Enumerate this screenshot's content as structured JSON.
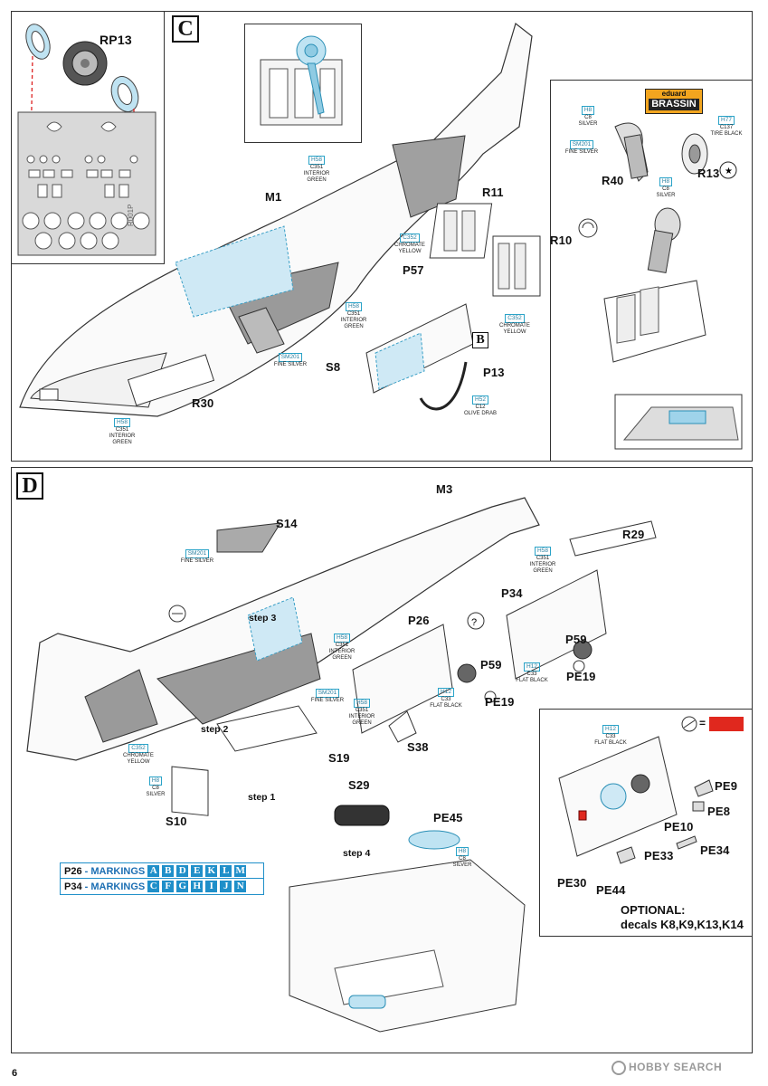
{
  "page_number": "6",
  "section_c": {
    "step": "C",
    "inset_part": "RP13",
    "inset_fret": "R001P",
    "parts": [
      "M1",
      "R11",
      "R10",
      "P57",
      "S8",
      "R30",
      "P13",
      "R40",
      "R13"
    ],
    "inset_b_marker": "B",
    "brassin": {
      "eduard": "eduard",
      "brassin": "BRASSIN"
    },
    "callouts": {
      "h58_top": {
        "code": "H58",
        "c": "C351",
        "name": "INTERIOR GREEN"
      },
      "c352_a": {
        "code": "C352",
        "name": "CHROMATE YELLOW"
      },
      "c352_b": {
        "code": "C352",
        "name": "CHROMATE YELLOW"
      },
      "h58_mid": {
        "code": "H58",
        "c": "C351",
        "name": "INTERIOR GREEN"
      },
      "sm201": {
        "code": "SM201",
        "name": "FINE SILVER"
      },
      "h58_bottom": {
        "code": "H58",
        "c": "C351",
        "name": "INTERIOR GREEN"
      },
      "h52": {
        "code": "H52",
        "c": "C12",
        "name": "OLIVE DRAB"
      },
      "h8_brassin_top": {
        "code": "H8",
        "c": "C8",
        "name": "SILVER"
      },
      "sm201_brassin": {
        "code": "SM201",
        "name": "FINE SILVER"
      },
      "h77": {
        "code": "H77",
        "c": "C137",
        "name": "TIRE BLACK"
      },
      "h8_brassin_bottom": {
        "code": "H8",
        "c": "C8",
        "name": "SILVER"
      }
    }
  },
  "section_d": {
    "step": "D",
    "parts": [
      "M3",
      "S14",
      "R29",
      "P34",
      "P26",
      "P59",
      "PE19",
      "S38",
      "S19",
      "S10",
      "S29",
      "PE45"
    ],
    "p59_second": "P59",
    "pe19_second": "PE19",
    "steps": [
      "step 3",
      "step 2",
      "step 1",
      "step 4"
    ],
    "callouts": {
      "sm201_top": {
        "code": "SM201",
        "name": "FINE SILVER"
      },
      "h58_right": {
        "code": "H58",
        "c": "C351",
        "name": "INTERIOR GREEN"
      },
      "h58_mid": {
        "code": "H58",
        "c": "C351",
        "name": "INTERIOR GREEN"
      },
      "sm201_mid": {
        "code": "SM201",
        "name": "FINE SILVER"
      },
      "h58_low": {
        "code": "H58",
        "c": "C351",
        "name": "INTERIOR GREEN"
      },
      "h12_a": {
        "code": "H12",
        "c": "C33",
        "name": "FLAT BLACK"
      },
      "h12_b": {
        "code": "H12",
        "c": "C33",
        "name": "FLAT BLACK"
      },
      "c352": {
        "code": "C352",
        "name": "CHROMATE YELLOW"
      },
      "h8_s10": {
        "code": "H8",
        "c": "C8",
        "name": "SILVER"
      },
      "h8_pe45": {
        "code": "H8",
        "c": "C8",
        "name": "SILVER"
      },
      "h12_detail": {
        "code": "H12",
        "c": "C33",
        "name": "FLAT BLACK"
      }
    },
    "markings": [
      {
        "part": "P26",
        "label": "MARKINGS",
        "letters": [
          "A",
          "B",
          "D",
          "E",
          "K",
          "L",
          "M"
        ]
      },
      {
        "part": "P34",
        "label": "MARKINGS",
        "letters": [
          "C",
          "F",
          "G",
          "H",
          "I",
          "J",
          "N"
        ]
      }
    ],
    "detail_parts": [
      "PE9",
      "PE8",
      "PE10",
      "PE34",
      "PE33",
      "PE30",
      "PE44"
    ],
    "detail_eq": "=",
    "optional": {
      "line1": "OPTIONAL:",
      "line2": "decals K8,K9,K13,K14"
    }
  },
  "footer": {
    "logo": "HOBBY SEARCH"
  },
  "colors": {
    "accent": "#1f8fc9",
    "callout_border": "#2aa3c8",
    "red_swatch": "#e0281e",
    "grey_fill": "#9a9a9a",
    "cyan_fill": "#9fd3ea"
  }
}
